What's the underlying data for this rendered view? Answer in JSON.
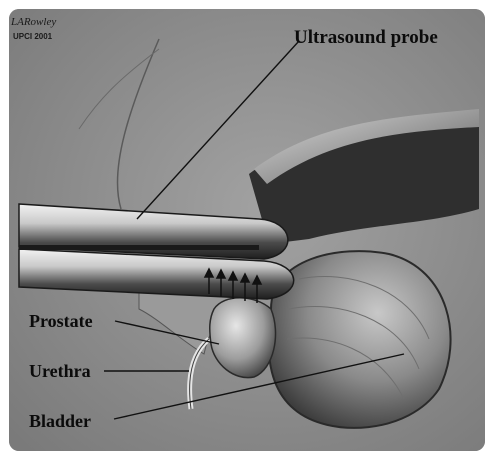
{
  "labels": {
    "probe": "Ultrasound probe",
    "prostate": "Prostate",
    "urethra": "Urethra",
    "bladder": "Bladder"
  },
  "signature": {
    "name": "LARowley",
    "org": "UPCI 2001"
  },
  "colors": {
    "background": "#8d8d8d",
    "probe_light": "#e8e8e8",
    "probe_dark": "#3a3a3a",
    "tissue_dark": "#2e2e2e",
    "label_text": "#0b0b0b"
  }
}
